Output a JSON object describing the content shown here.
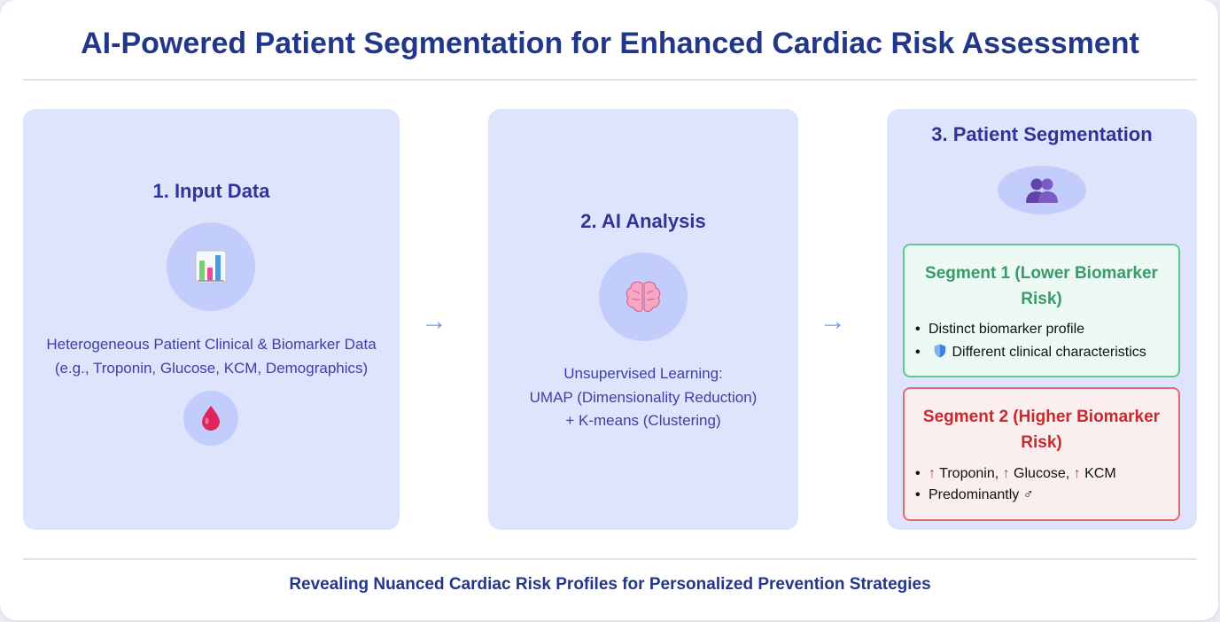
{
  "title": "AI-Powered Patient Segmentation for Enhanced Cardiac Risk Assessment",
  "footer": "Revealing Nuanced Cardiac Risk Profiles for Personalized Prevention Strategies",
  "colors": {
    "heading": "#23378a",
    "panel_bg": "#dfe4fd",
    "icon_circle": "#c3cdfb",
    "arrow": "#6f9be8",
    "segment1_accent": "#3a9a6a",
    "segment1_bg": "#ecfaf3",
    "segment2_accent": "#c62a2f",
    "segment2_bg": "#fbeeee"
  },
  "steps": [
    {
      "title": "1. Input Data",
      "icon": "bar-chart-icon",
      "icon2": "blood-drop-icon",
      "lines": [
        "Heterogeneous Patient Clinical & Biomarker Data",
        "(e.g., Troponin, Glucose, KCM, Demographics)"
      ]
    },
    {
      "title": "2. AI Analysis",
      "icon": "brain-icon",
      "lines": [
        "Unsupervised Learning:",
        "UMAP (Dimensionality Reduction)",
        "+ K-means (Clustering)"
      ]
    },
    {
      "title": "3. Patient Segmentation",
      "icon": "people-icon"
    }
  ],
  "arrows": [
    "→",
    "→"
  ],
  "segments": [
    {
      "title": "Segment 1 (Lower Biomarker Risk)",
      "items": [
        {
          "text": "Distinct biomarker profile"
        },
        {
          "icon": "shield-icon",
          "text": "Different clinical characteristics"
        }
      ]
    },
    {
      "title": "Segment 2 (Higher Biomarker Risk)",
      "items": [
        {
          "parts": [
            {
              "up": "↑",
              "text": " Troponin, "
            },
            {
              "up": "↑",
              "text": " Glucose, "
            },
            {
              "up": "↑",
              "text": " KCM"
            }
          ]
        },
        {
          "text": "Predominantly ♂"
        }
      ]
    }
  ]
}
